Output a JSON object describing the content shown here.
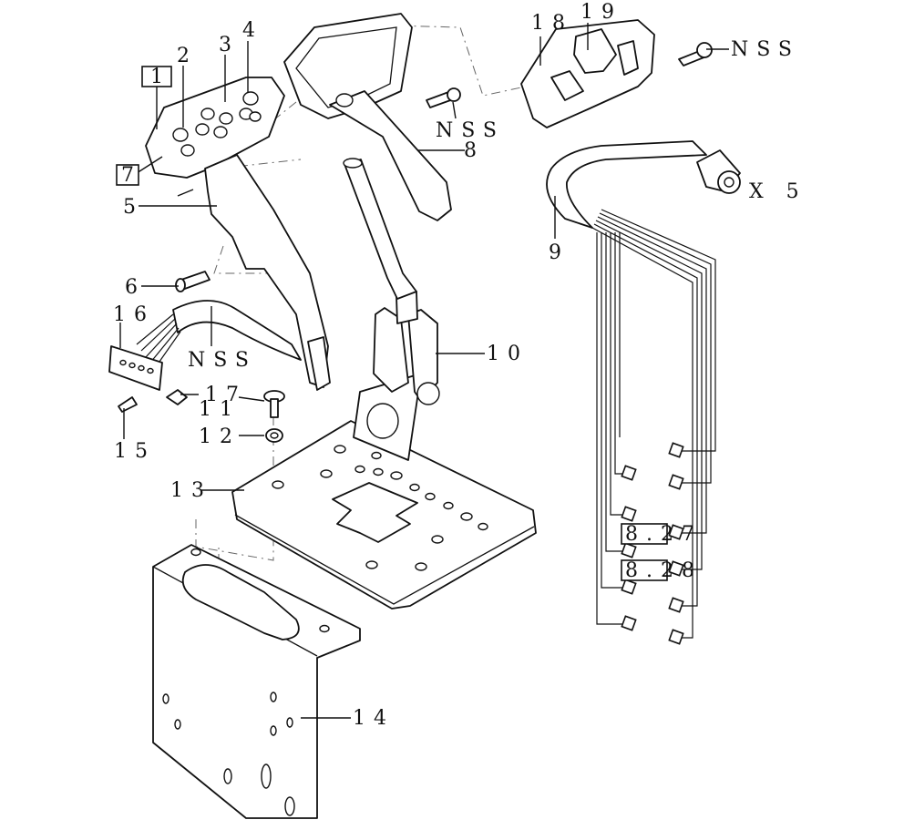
{
  "callouts": {
    "c1": "1",
    "c2": "2",
    "c3": "3",
    "c4": "4",
    "c5": "5",
    "c6": "6",
    "c7": "7",
    "c8": "8",
    "c9": "9",
    "c10": "10",
    "c11": "11",
    "c12": "12",
    "c13": "13",
    "c14": "14",
    "c15": "15",
    "c16": "16",
    "c17": "17",
    "c18": "18",
    "c19": "19"
  },
  "notes": {
    "nss_top_right": "NSS",
    "nss_mid": "NSS",
    "nss_cable": "NSS",
    "connector_x": "X 5"
  },
  "refs": {
    "ref_a": "8.27",
    "ref_b": "8.28"
  }
}
